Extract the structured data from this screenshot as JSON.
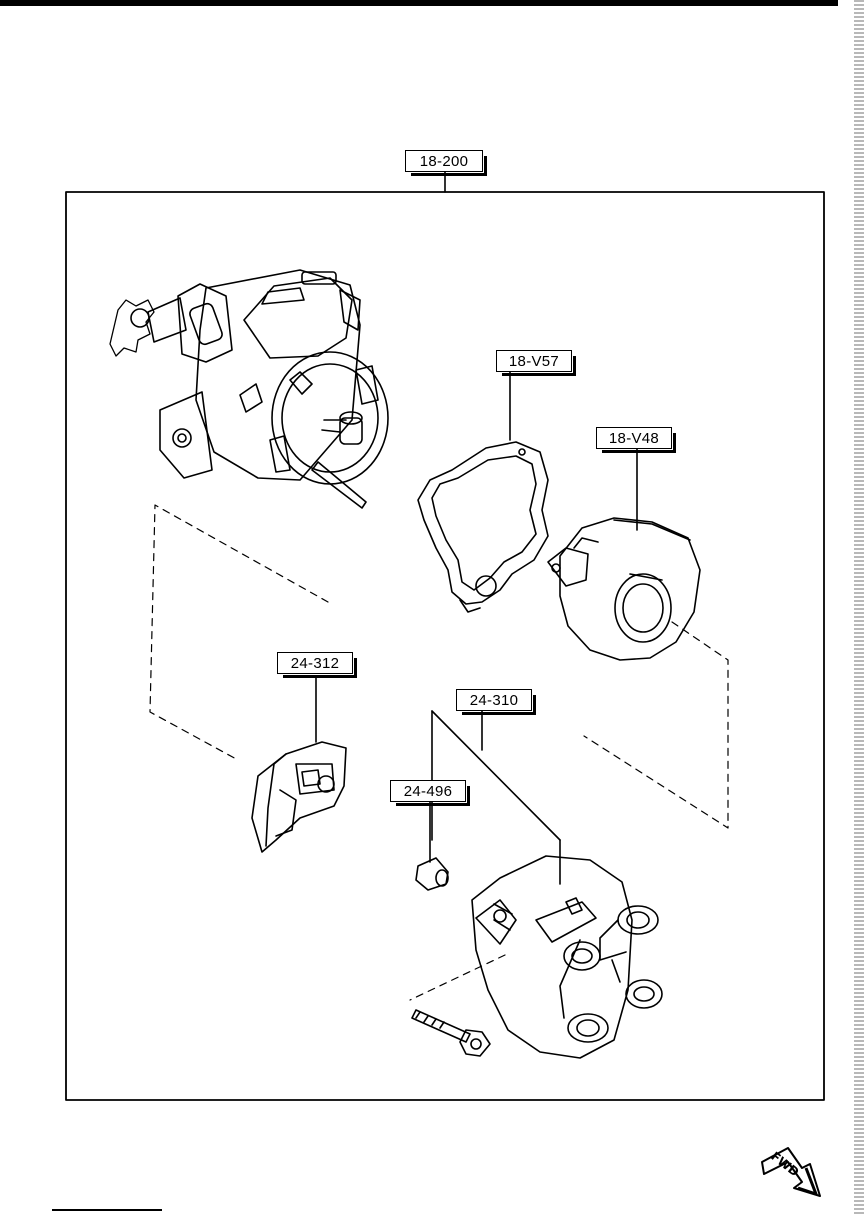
{
  "callouts": {
    "assembly": "18-200",
    "gasket": "18-V57",
    "coil": "18-V48",
    "rotor": "24-312",
    "cap": "24-310",
    "boot": "24-496"
  },
  "fwd_label": "FWD",
  "colors": {
    "line": "#000000",
    "background": "#ffffff"
  }
}
